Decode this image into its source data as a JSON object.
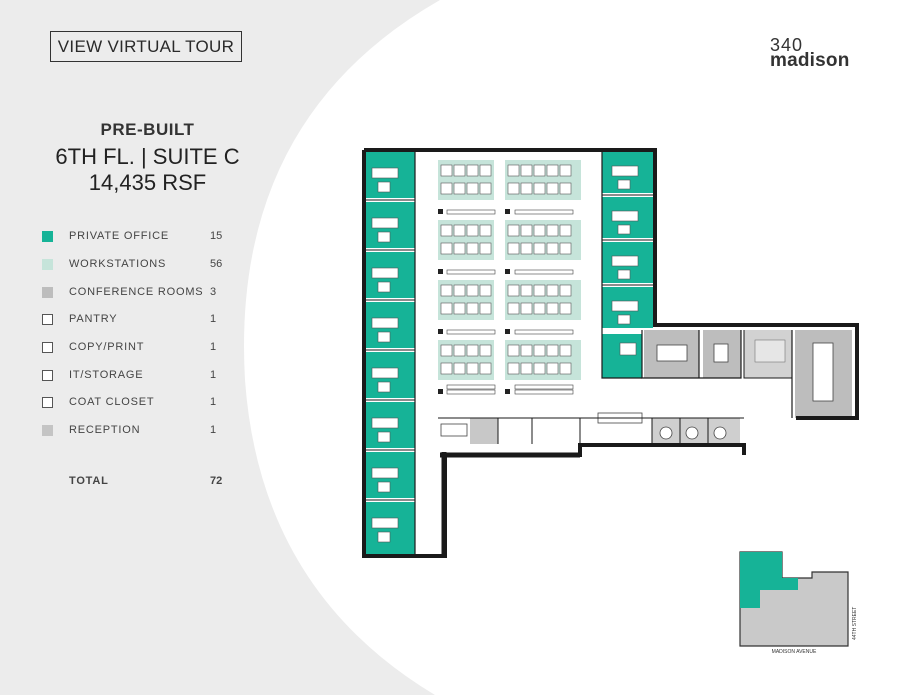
{
  "header": {
    "tour_button": "VIEW VIRTUAL TOUR",
    "logo_number": "340",
    "logo_name": "madison"
  },
  "suite": {
    "kind": "PRE-BUILT",
    "floor_suite": "6TH FL. |  SUITE C",
    "area": "14,435 RSF"
  },
  "legend": {
    "items": [
      {
        "label": "PRIVATE OFFICE",
        "count": "15",
        "color": "#16b397",
        "style": "filled"
      },
      {
        "label": "WORKSTATIONS",
        "count": "56",
        "color": "#c6e4da",
        "style": "filled"
      },
      {
        "label": "CONFERENCE ROOMS",
        "count": "3",
        "color": "#bdbdbd",
        "style": "filled"
      },
      {
        "label": "PANTRY",
        "count": "1",
        "color": "#ffffff",
        "style": "outline"
      },
      {
        "label": "COPY/PRINT",
        "count": "1",
        "color": "#ffffff",
        "style": "outline"
      },
      {
        "label": "IT/STORAGE",
        "count": "1",
        "color": "#ffffff",
        "style": "outline"
      },
      {
        "label": "COAT CLOSET",
        "count": "1",
        "color": "#ffffff",
        "style": "outline"
      },
      {
        "label": "RECEPTION",
        "count": "1",
        "color": "#c4c4c4",
        "style": "filled"
      }
    ],
    "total_label": "TOTAL",
    "total_count": "72"
  },
  "key_plan": {
    "east_street": "44TH STREET",
    "south_street": "MADISON AVENUE"
  },
  "colors": {
    "background_arc": "#ececec",
    "private_office": "#16b397",
    "workstation": "#c6e4da",
    "conference": "#bdbdbd",
    "wall": "#1a1a1a"
  }
}
